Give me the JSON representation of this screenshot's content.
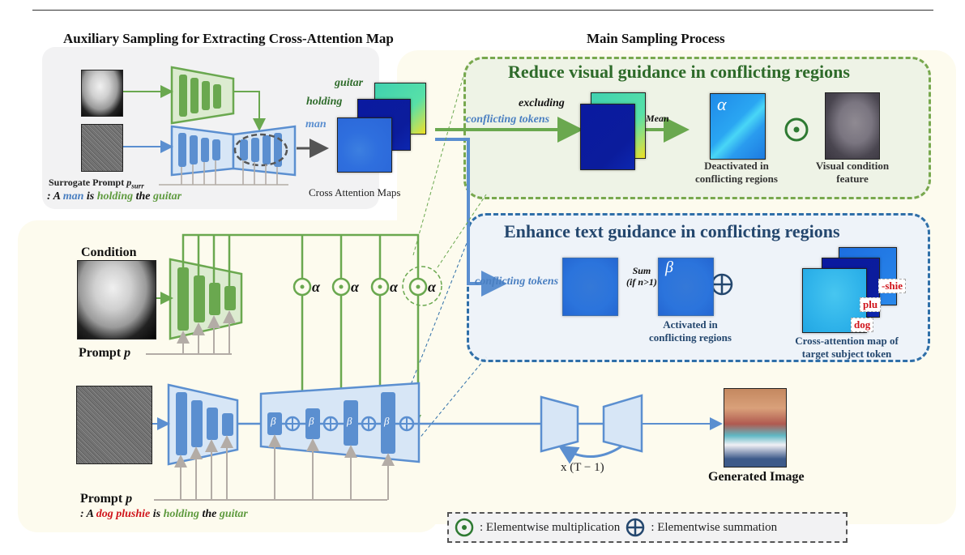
{
  "headers": {
    "auxiliary": "Auxiliary Sampling for Extracting Cross-Attention Map",
    "main": "Main Sampling Process"
  },
  "auxiliary": {
    "surrogate_prompt_label": "Surrogate Prompt ",
    "surrogate_prompt_symbol": "p",
    "surrogate_prompt_sub": "surr",
    "surrogate_prompt_text": [
      {
        "text": ": A ",
        "color": "#111111"
      },
      {
        "text": "man",
        "color": "#4a7fc1"
      },
      {
        "text": " is ",
        "color": "#111111"
      },
      {
        "text": "holding",
        "color": "#5e9a3e"
      },
      {
        "text": " the ",
        "color": "#111111"
      },
      {
        "text": "guitar",
        "color": "#5e9a3e"
      }
    ],
    "token_labels": {
      "guitar": "guitar",
      "holding": "holding",
      "man": "man"
    },
    "maps_caption": "Cross Attention Maps"
  },
  "reduce_box": {
    "title": "Reduce visual guidance in conflicting regions",
    "input_label_1": "excluding",
    "input_label_2": "conflicting tokens",
    "op_label": "Mean",
    "alpha_symbol": "α",
    "deactivated_caption_1": "Deactivated in",
    "deactivated_caption_2": "conflicting regions",
    "visual_caption_1": "Visual condition",
    "visual_caption_2": "feature"
  },
  "enhance_box": {
    "title": "Enhance text guidance in conflicting regions",
    "input_label": "conflicting tokens",
    "op_label_1": "Sum",
    "op_label_2": "(if n>1)",
    "beta_symbol": "β",
    "activated_caption_1": "Activated in",
    "activated_caption_2": "conflicting regions",
    "target_caption_1": "Cross-attention map of",
    "target_caption_2": "target subject token",
    "token_tags": [
      "-shie",
      "plu",
      "dog"
    ]
  },
  "main_pipeline": {
    "condition_label": "Condition",
    "prompt_label": "Prompt ",
    "prompt_symbol": "p",
    "alpha_symbol": "α",
    "beta_symbol": "β",
    "prompt2_label": "Prompt ",
    "prompt2_symbol": "p",
    "prompt2_text": [
      {
        "text": ": A ",
        "color": "#111111"
      },
      {
        "text": "dog plushie",
        "color": "#d0141b"
      },
      {
        "text": " is ",
        "color": "#111111"
      },
      {
        "text": "holding",
        "color": "#5e9a3e"
      },
      {
        "text": " the ",
        "color": "#111111"
      },
      {
        "text": "guitar",
        "color": "#5e9a3e"
      }
    ],
    "loop_label": "x (T − 1)",
    "generated_label": "Generated Image"
  },
  "legend": {
    "mult_label": ": Elementwise multiplication",
    "sum_label": ": Elementwise summation"
  },
  "colors": {
    "green": "#6aa84f",
    "blue": "#5b8fd0",
    "gray": "#b3aca6",
    "dark_green": "#2e6b2a",
    "navy": "#24476e",
    "red": "#d0141b"
  }
}
